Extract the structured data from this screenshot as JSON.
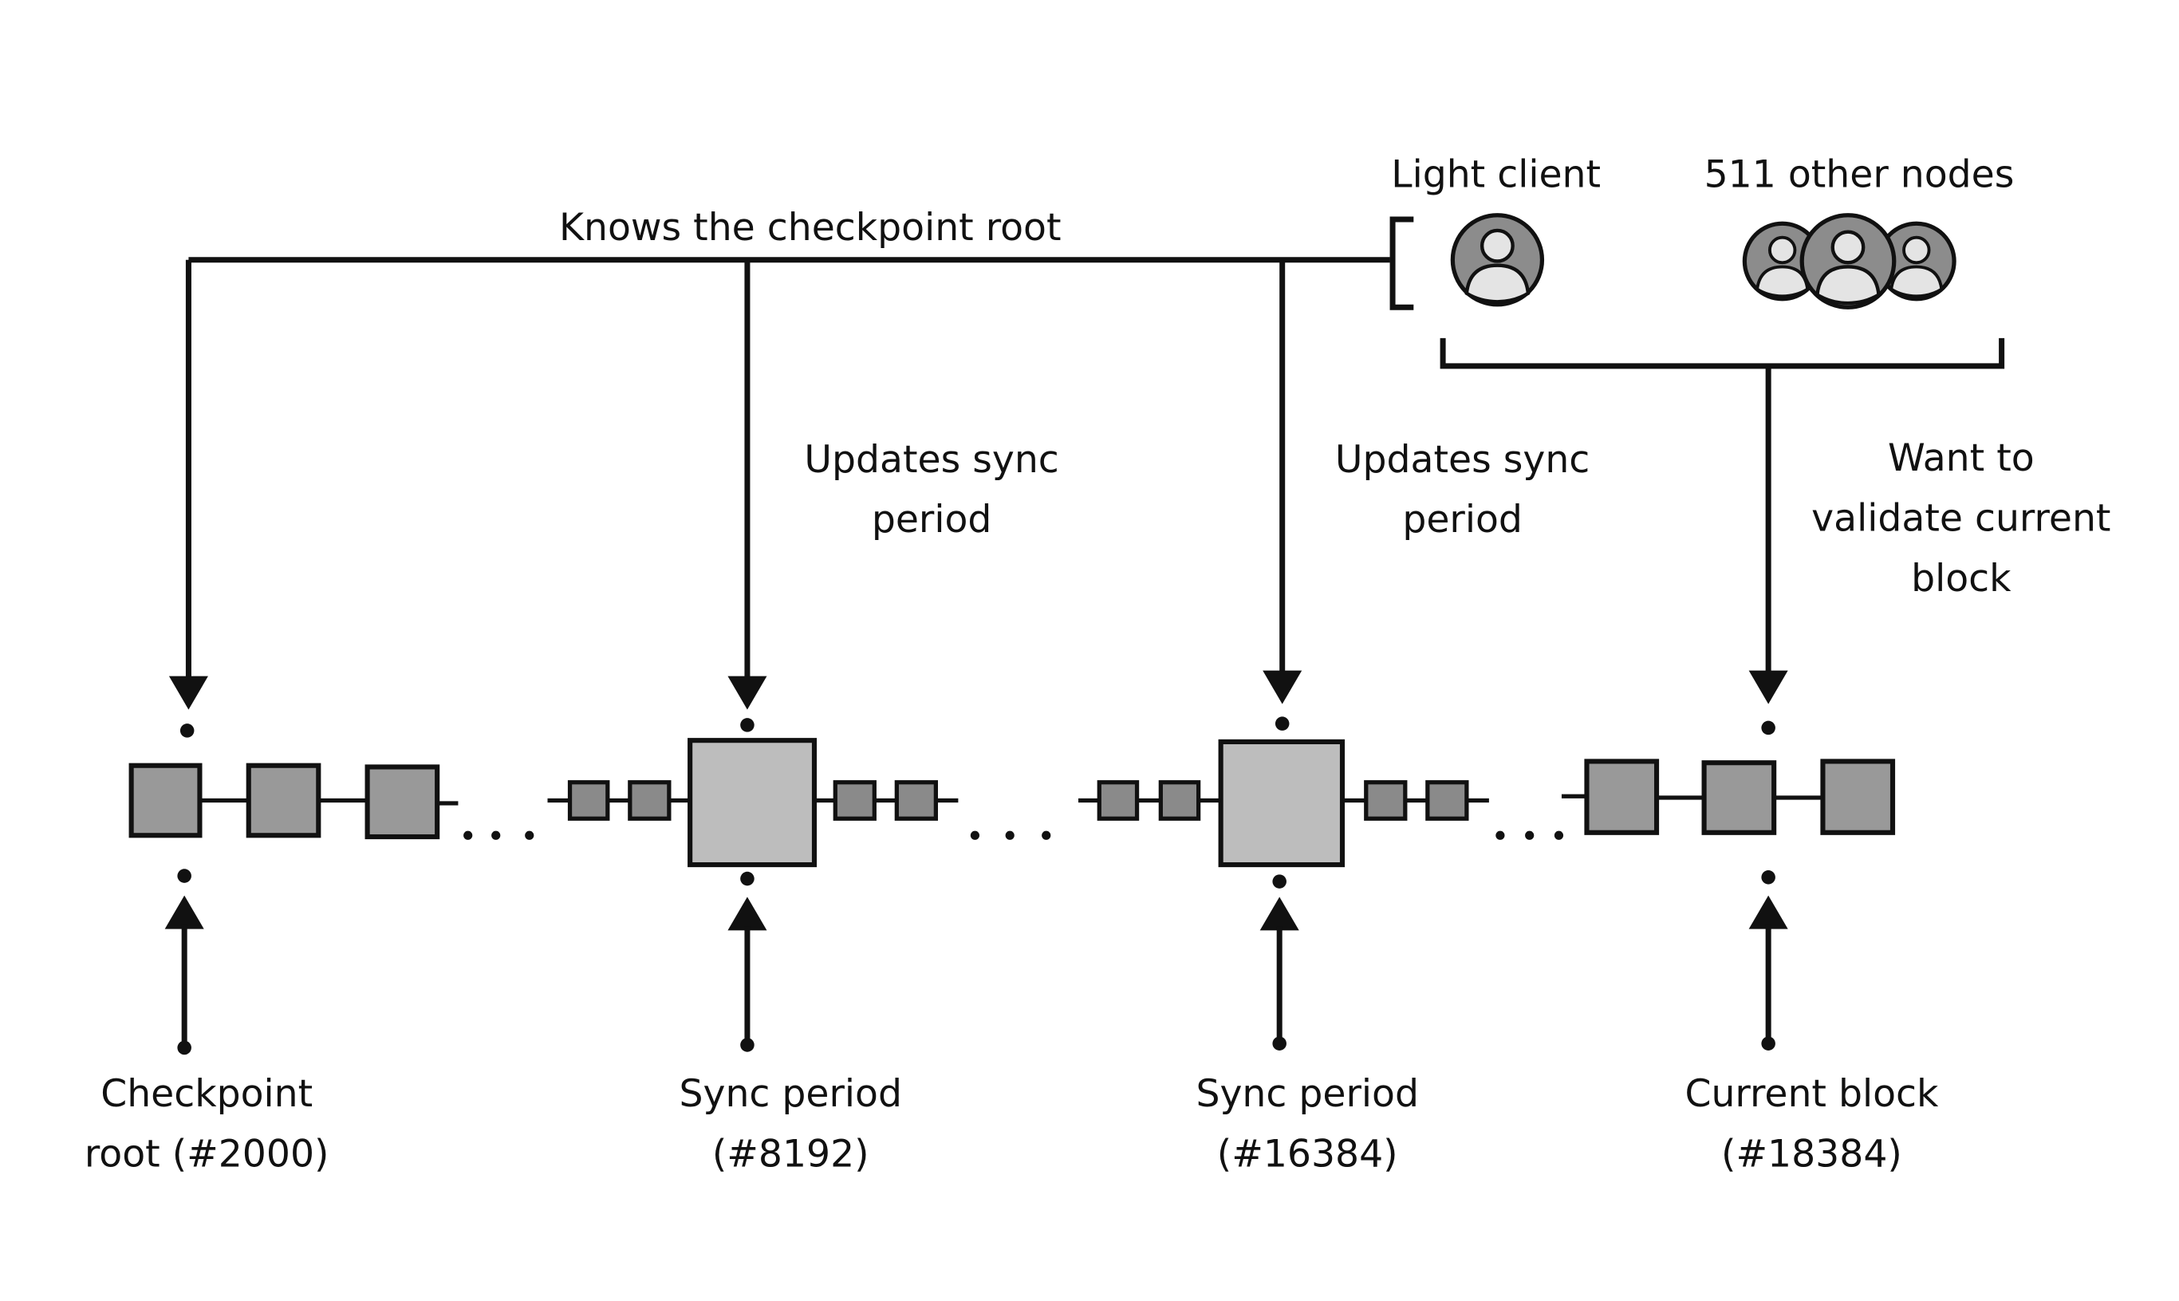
{
  "top_label": "Knows the checkpoint root",
  "light_client_label": "Light client",
  "other_nodes_label": "511 other nodes",
  "updates_1": [
    "Updates sync",
    "period"
  ],
  "updates_2": [
    "Updates sync",
    "period"
  ],
  "want_validate": [
    "Want to",
    "validate current",
    "block"
  ],
  "bottom_labels": [
    [
      "Checkpoint",
      "root (#2000)"
    ],
    [
      "Sync period",
      "(#8192)"
    ],
    [
      "Sync period",
      "(#16384)"
    ],
    [
      "Current block",
      "(#18384)"
    ]
  ],
  "colors": {
    "block": "#999999",
    "sync_block": "#bdbdbd",
    "small_block": "#8a8a8a",
    "avatar_ring": "#8c8c8c",
    "avatar_fill": "#e4e4e4"
  },
  "icons": [
    "light-client-avatar-icon",
    "other-nodes-avatars-icon"
  ]
}
